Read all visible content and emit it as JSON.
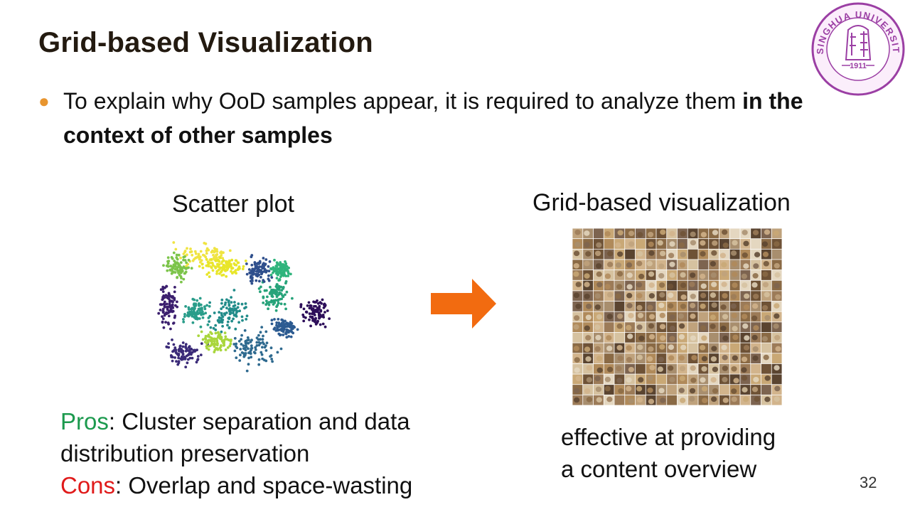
{
  "slide": {
    "title": "Grid-based Visualization",
    "bullet": {
      "text_part1": "To explain why OoD samples appear, it is required to analyze them ",
      "text_bold": "in the context of other samples"
    },
    "scatter_title": "Scatter plot",
    "grid_title": "Grid-based visualization",
    "pros_label": "Pros",
    "pros_text": ": Cluster separation and data",
    "pros_text_cont": "distribution preservation",
    "cons_label": "Cons",
    "cons_text": ": Overlap and space-wasting",
    "grid_desc_line1": "effective at providing",
    "grid_desc_line2": "a content overview",
    "page_number": "32"
  },
  "logo": {
    "text_top": "TSINGHUA UNIVERSITY",
    "year": "1911",
    "color": "#9b3fa4"
  },
  "colors": {
    "title": "#231a10",
    "bullet": "#e8952f",
    "pros": "#1c9a4e",
    "cons": "#e01a1a",
    "arrow": "#f26b10"
  },
  "icons": {
    "arrow": "right-arrow-icon",
    "logo": "tsinghua-seal-icon"
  }
}
